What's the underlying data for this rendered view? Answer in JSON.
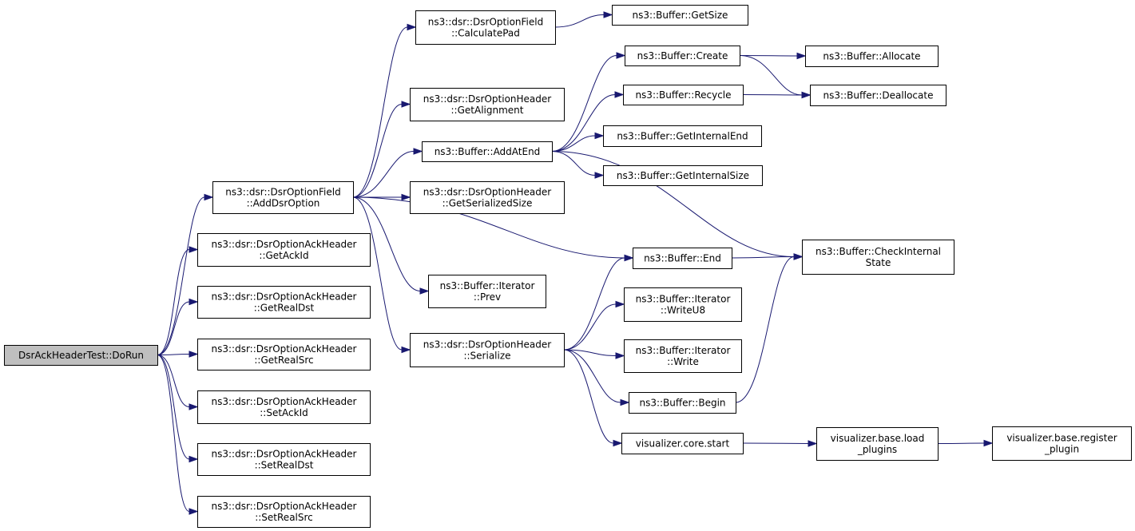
{
  "colors": {
    "edge": "#191970",
    "node_border": "#000000",
    "node_fill": "#ffffff",
    "root_fill": "#bfbfbf"
  },
  "nodes": {
    "root": [
      "DsrAckHeaderTest::DoRun"
    ],
    "add_dsr_option": [
      "ns3::dsr::DsrOptionField",
      "::AddDsrOption"
    ],
    "get_ack_id": [
      "ns3::dsr::DsrOptionAckHeader",
      "::GetAckId"
    ],
    "get_real_dst": [
      "ns3::dsr::DsrOptionAckHeader",
      "::GetRealDst"
    ],
    "get_real_src": [
      "ns3::dsr::DsrOptionAckHeader",
      "::GetRealSrc"
    ],
    "set_ack_id": [
      "ns3::dsr::DsrOptionAckHeader",
      "::SetAckId"
    ],
    "set_real_dst": [
      "ns3::dsr::DsrOptionAckHeader",
      "::SetRealDst"
    ],
    "set_real_src": [
      "ns3::dsr::DsrOptionAckHeader",
      "::SetRealSrc"
    ],
    "calculate_pad": [
      "ns3::dsr::DsrOptionField",
      "::CalculatePad"
    ],
    "get_alignment": [
      "ns3::dsr::DsrOptionHeader",
      "::GetAlignment"
    ],
    "add_at_end": [
      "ns3::Buffer::AddAtEnd"
    ],
    "get_serialized_size": [
      "ns3::dsr::DsrOptionHeader",
      "::GetSerializedSize"
    ],
    "iterator_prev": [
      "ns3::Buffer::Iterator",
      "::Prev"
    ],
    "serialize": [
      "ns3::dsr::DsrOptionHeader",
      "::Serialize"
    ],
    "get_size": [
      "ns3::Buffer::GetSize"
    ],
    "create": [
      "ns3::Buffer::Create"
    ],
    "recycle": [
      "ns3::Buffer::Recycle"
    ],
    "get_internal_end": [
      "ns3::Buffer::GetInternalEnd"
    ],
    "get_internal_size": [
      "ns3::Buffer::GetInternalSize"
    ],
    "end": [
      "ns3::Buffer::End"
    ],
    "write_u8": [
      "ns3::Buffer::Iterator",
      "::WriteU8"
    ],
    "write": [
      "ns3::Buffer::Iterator",
      "::Write"
    ],
    "begin": [
      "ns3::Buffer::Begin"
    ],
    "core_start": [
      "visualizer.core.start"
    ],
    "allocate": [
      "ns3::Buffer::Allocate"
    ],
    "deallocate": [
      "ns3::Buffer::Deallocate"
    ],
    "check_internal_state": [
      "ns3::Buffer::CheckInternal",
      "State"
    ],
    "load_plugins": [
      "visualizer.base.load",
      "_plugins"
    ],
    "register_plugin": [
      "visualizer.base.register",
      "_plugin"
    ]
  },
  "edges": [
    [
      "root",
      "add_dsr_option"
    ],
    [
      "root",
      "get_ack_id"
    ],
    [
      "root",
      "get_real_dst"
    ],
    [
      "root",
      "get_real_src"
    ],
    [
      "root",
      "set_ack_id"
    ],
    [
      "root",
      "set_real_dst"
    ],
    [
      "root",
      "set_real_src"
    ],
    [
      "add_dsr_option",
      "calculate_pad"
    ],
    [
      "add_dsr_option",
      "get_alignment"
    ],
    [
      "add_dsr_option",
      "add_at_end"
    ],
    [
      "add_dsr_option",
      "get_serialized_size"
    ],
    [
      "add_dsr_option",
      "end"
    ],
    [
      "add_dsr_option",
      "iterator_prev"
    ],
    [
      "add_dsr_option",
      "serialize"
    ],
    [
      "calculate_pad",
      "get_size"
    ],
    [
      "add_at_end",
      "create"
    ],
    [
      "add_at_end",
      "recycle"
    ],
    [
      "add_at_end",
      "get_internal_end"
    ],
    [
      "add_at_end",
      "get_internal_size"
    ],
    [
      "add_at_end",
      "check_internal_state"
    ],
    [
      "create",
      "allocate"
    ],
    [
      "create",
      "deallocate"
    ],
    [
      "recycle",
      "deallocate"
    ],
    [
      "end",
      "check_internal_state"
    ],
    [
      "serialize",
      "end"
    ],
    [
      "serialize",
      "write_u8"
    ],
    [
      "serialize",
      "write"
    ],
    [
      "serialize",
      "begin"
    ],
    [
      "serialize",
      "core_start"
    ],
    [
      "begin",
      "check_internal_state"
    ],
    [
      "core_start",
      "load_plugins"
    ],
    [
      "load_plugins",
      "register_plugin"
    ]
  ]
}
